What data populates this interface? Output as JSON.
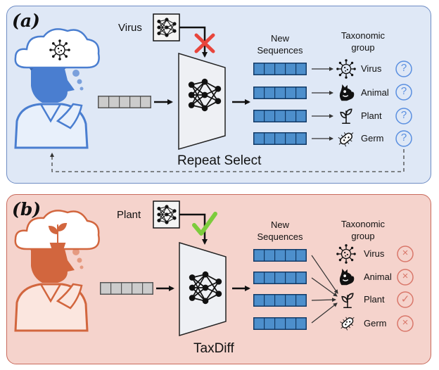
{
  "panel_a": {
    "label": "(a)",
    "input_label": "Virus",
    "new_sequences_header": [
      "New",
      "Sequences"
    ],
    "taxonomic_header": [
      "Taxonomic",
      "group"
    ],
    "groups": [
      "Virus",
      "Animal",
      "Plant",
      "Germ"
    ],
    "caption": "Repeat Select",
    "status_symbol": "?",
    "colors": {
      "panel": "#dfe8f6",
      "accent": "#4a7ed0",
      "status": "#5a8fe0",
      "reject": "#e8453c"
    }
  },
  "panel_b": {
    "label": "(b)",
    "input_label": "Plant",
    "new_sequences_header": [
      "New",
      "Sequences"
    ],
    "taxonomic_header": [
      "Taxonomic",
      "group"
    ],
    "groups": [
      "Virus",
      "Animal",
      "Plant",
      "Germ"
    ],
    "caption": "TaxDiff",
    "status_symbols": [
      "×",
      "×",
      "✓",
      "×"
    ],
    "colors": {
      "panel": "#f5d3cc",
      "accent": "#d2663e",
      "status": "#d9776a",
      "accept": "#7ccc3c"
    }
  },
  "icons": [
    "thinking-person-icon",
    "thought-cloud-icon",
    "neural-network-icon",
    "virus-icon",
    "animal-icon",
    "plant-icon",
    "germ-icon"
  ]
}
